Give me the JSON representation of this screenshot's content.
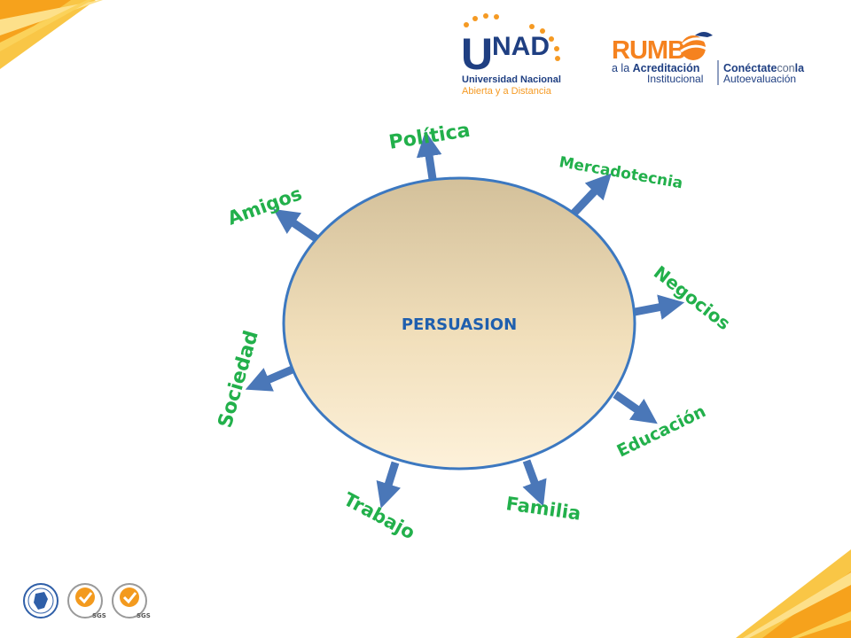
{
  "header": {
    "unad_logo": {
      "wordmark": "UNAD",
      "line1": "Universidad Nacional",
      "line2": "Abierta y a Distancia"
    },
    "rumbo_logo": {
      "wordmark": "RUMBO",
      "line1_prefix": "a la ",
      "line1_bold": "Acreditación",
      "line2": "Institucional",
      "right_line1_bold": "Conéctate",
      "right_line1_mid": "con",
      "right_line1_end": "la",
      "right_line2": "Autoevaluación"
    }
  },
  "diagram": {
    "center_label": "PERSUASION",
    "spokes": [
      {
        "id": "politica",
        "label": "Política"
      },
      {
        "id": "mercadotecnia",
        "label": "Mercadotecnia"
      },
      {
        "id": "negocios",
        "label": "Negocios"
      },
      {
        "id": "educacion",
        "label": "Educación"
      },
      {
        "id": "familia",
        "label": "Familia"
      },
      {
        "id": "trabajo",
        "label": "Trabajo"
      },
      {
        "id": "sociedad",
        "label": "Sociedad"
      },
      {
        "id": "amigos",
        "label": "Amigos"
      }
    ],
    "colors": {
      "circle_fill_top": "#d6c39a",
      "circle_fill_bottom": "#fdf0d8",
      "circle_stroke": "#3c78c0",
      "arrow_fill": "#4a77b8",
      "label_green": "#22b04b",
      "center_text": "#1f5fae"
    }
  },
  "footer": {
    "seal_text_1": "SGS",
    "seal_text_2": "SGS"
  },
  "decor": {
    "stripe_colors": [
      "#f7a823",
      "#fbd25a",
      "#f39a1e"
    ]
  }
}
